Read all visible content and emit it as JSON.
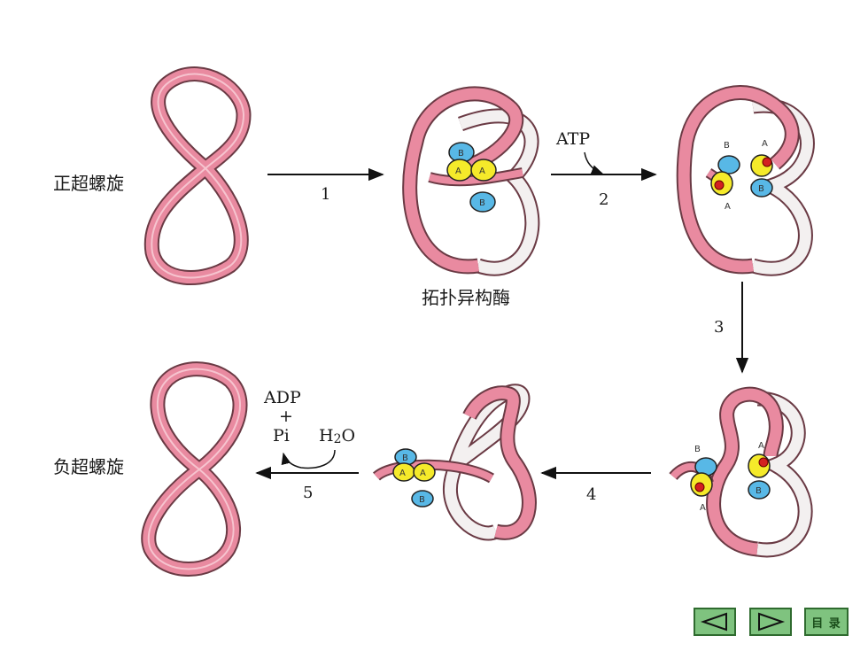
{
  "labels": {
    "positive_supercoil": "正超螺旋",
    "negative_supercoil": "负超螺旋",
    "topoisomerase": "拓扑异构酶",
    "atp": "ATP",
    "adp": "ADP",
    "plus": "+",
    "pi": "Pi",
    "h2o_h": "H",
    "h2o_2": "2",
    "h2o_o": "O"
  },
  "steps": [
    "1",
    "2",
    "3",
    "4",
    "5"
  ],
  "domain_labels": {
    "a": "A",
    "b": "B"
  },
  "colors": {
    "dna_pink": "#e98aa0",
    "dna_outline": "#6a3a44",
    "dna_back": "#f3f0f0",
    "subunit_a": "#f5ea2a",
    "subunit_b": "#58b8e6",
    "nav_fill": "#7fc37f",
    "nav_border": "#2f6b2f"
  },
  "nav": {
    "prev_icon": "triangle-left-icon",
    "next_icon": "triangle-right-icon",
    "toc_label": "目 录"
  }
}
